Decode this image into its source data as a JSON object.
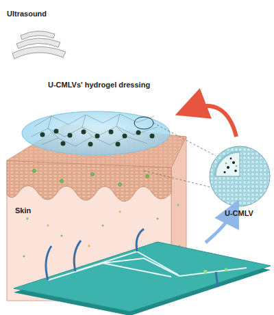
{
  "diagram": {
    "labels": [
      "Ultrasound",
      "U-CMLVs' hydrogel dressing",
      "Skin",
      "U-CMLV"
    ]
  }
}
